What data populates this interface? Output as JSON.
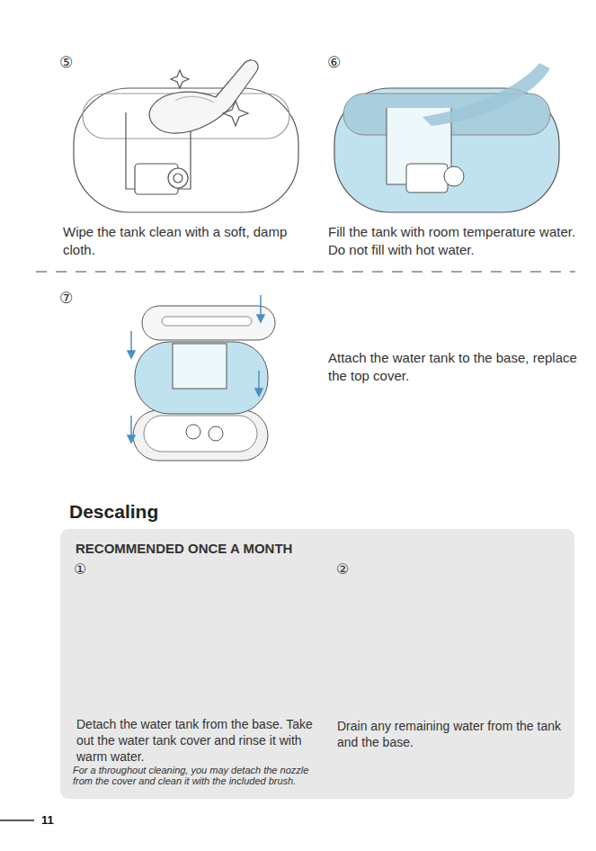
{
  "diagram": {
    "nodes": [
      {
        "text": [
          "Descaling",
          "RECOMMENDED ONCE A MONTH",
          "①",
          "Detach the water tank from the base. Take out the water tank cover and rinse it with warm water.",
          "For a throughout cleaning, you may detach the nozzle from the cover and clean it with the included brush.",
          "②",
          "Drain any remaining water from the tank and the base."
        ]
      }
    ],
    "labels": [
      "⑤",
      "Wipe the tank clean with a soft, damp cloth.",
      "⑥",
      "Fill the tank with room temperature water. Do not fill with hot water.",
      "⑦",
      "Attach the water tank to the base, replace the top cover.",
      "11"
    ]
  }
}
